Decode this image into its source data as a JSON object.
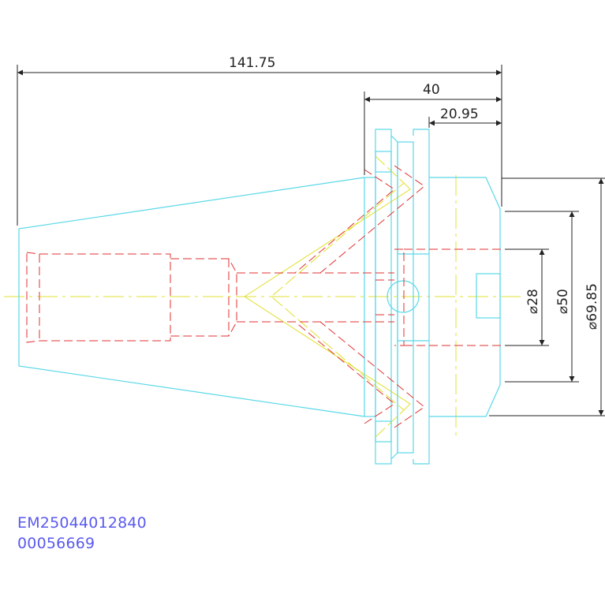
{
  "dimensions": {
    "overall_length": "141.75",
    "flange_length": "40",
    "nose_length": "20.95",
    "bore_diameter": "⌀28",
    "body_diameter": "⌀50",
    "flange_diameter": "⌀69.85"
  },
  "codes": {
    "part_number": "EM25044012840",
    "serial_number": "00056669"
  },
  "colors": {
    "outline": "#5ad8e8",
    "hidden": "#e23232",
    "centerline": "#e0e030",
    "dimension": "#222222",
    "code_text": "#5a5aee"
  }
}
